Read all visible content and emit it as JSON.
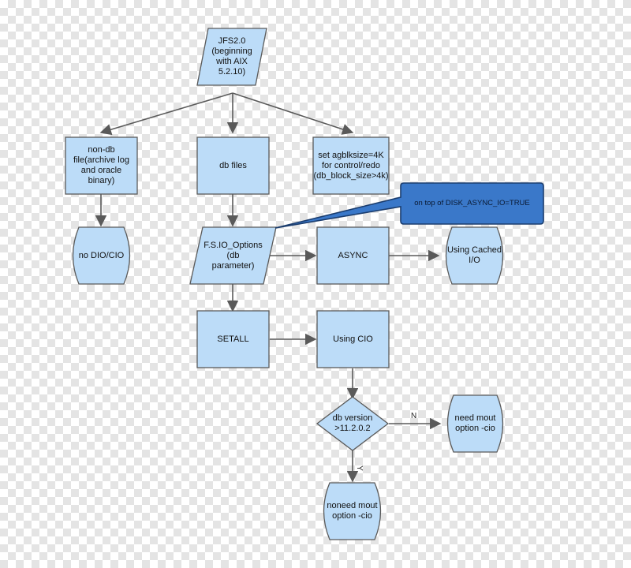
{
  "diagram": {
    "nodes": {
      "jfs": "JFS2.0\n(beginning\nwith AIX\n5.2.10)",
      "non_db": "non-db\nfile(archive log\nand oracle\nbinary)",
      "db_files": "db files",
      "set_agblk": "set agblksize=4K\nfor control/redo\n(db_block_size>4k)",
      "no_dio": "no DIO/CIO",
      "fs_io": "F.S.IO_Options\n(db\nparameter)",
      "async": "ASYNC",
      "cached": "Using Cached\nI/O",
      "setall": "SETALL",
      "using_cio": "Using CIO",
      "db_version": "db version\n>11.2.0.2",
      "need_mout": "need mout\noption  -cio",
      "noneed_mout": "noneed mout\noption  -cio"
    },
    "callout": "on top of DISK_ASYNC_IO=TRUE",
    "edge_labels": {
      "no": "N",
      "yes": "Y"
    }
  }
}
